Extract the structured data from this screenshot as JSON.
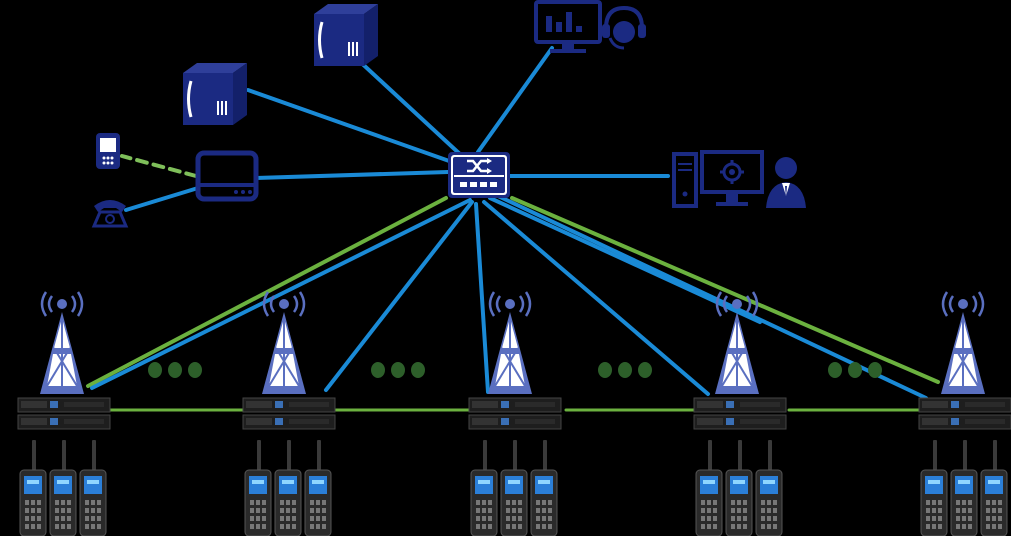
{
  "colors": {
    "background": "#000000",
    "network_link": "#1a8ad6",
    "green_link": "#6bb13f",
    "dashed_link": "#7fbf5a",
    "icon_primary": "#1b2a82",
    "icon_light": "#ffffff",
    "tower": "#5a6fc0",
    "ellipsis_dots": "#2d5f2a",
    "rack": "#1e1e1e",
    "radio_body": "#2a2a2a"
  },
  "icons": {
    "core_switch": "network-switch-icon",
    "server_top": "server-icon",
    "server_left": "server-icon",
    "dispatcher": "dispatch-monitor-headset-icon",
    "gateway": "gateway-icon",
    "mobile": "mobile-phone-icon",
    "landline": "telephone-icon",
    "admin": "admin-workstation-icon",
    "tower": "radio-tower-icon",
    "repeater": "repeater-rack-icon",
    "radio": "handheld-radio-icon"
  },
  "sites": [
    {
      "id": "site-1"
    },
    {
      "id": "site-2"
    },
    {
      "id": "site-3"
    },
    {
      "id": "site-4"
    },
    {
      "id": "site-5"
    }
  ],
  "radios_per_site": 3
}
